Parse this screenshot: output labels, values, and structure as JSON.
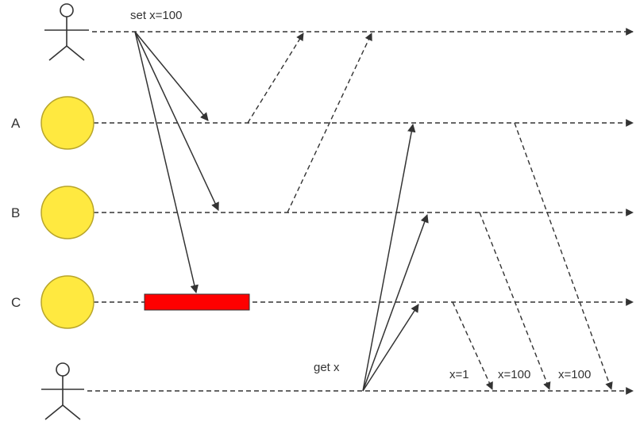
{
  "nodes": [
    {
      "label": "A"
    },
    {
      "label": "B"
    },
    {
      "label": "C"
    }
  ],
  "labels": {
    "set_request": "set x=100",
    "get_request": "get x",
    "replies": [
      "x=1",
      "x=100",
      "x=100"
    ]
  },
  "colors": {
    "node_fill": "#ffe940",
    "node_stroke": "#b8a52a",
    "failure_box": "#ff0000",
    "line": "#333333"
  },
  "icons": {
    "client_top": "person-icon",
    "client_bottom": "person-icon"
  }
}
